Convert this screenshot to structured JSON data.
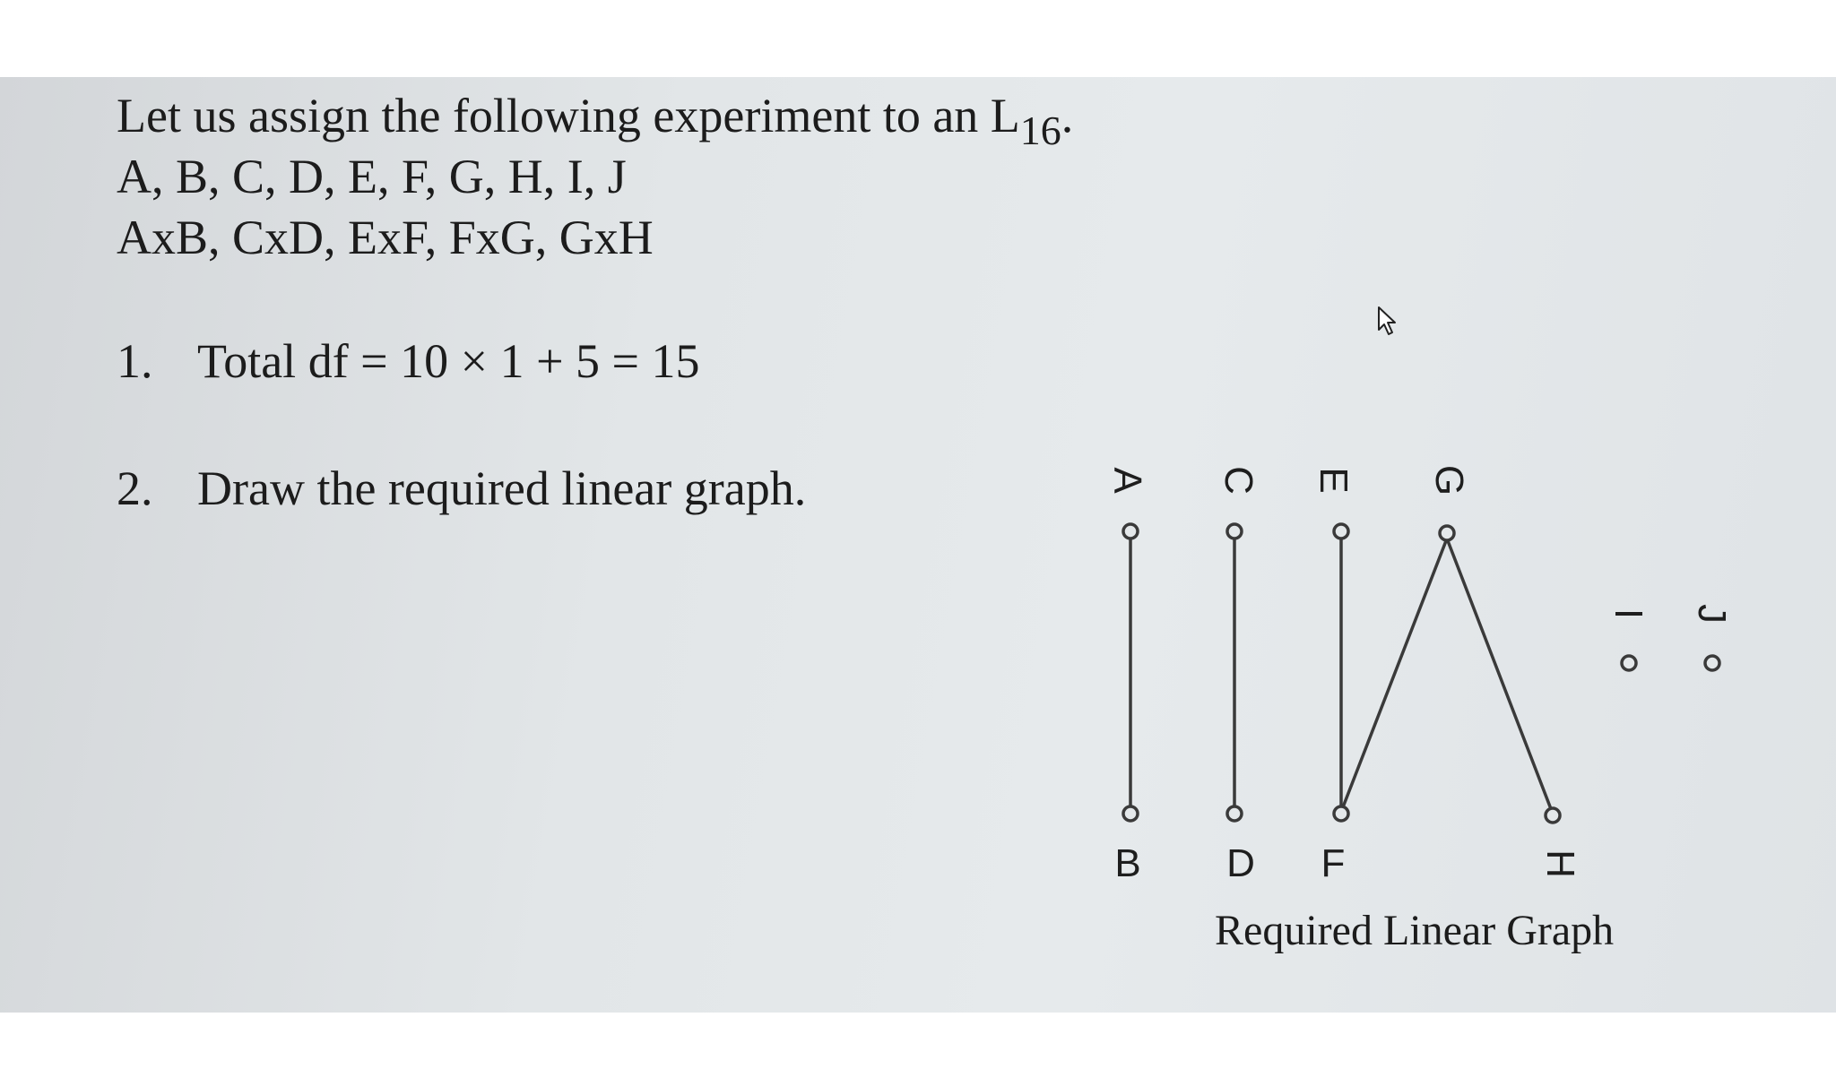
{
  "problem": {
    "intro_prefix": "Let us assign the following experiment to an L",
    "intro_subscript": "16",
    "intro_suffix": ".",
    "factors": "A, B, C, D, E, F, G, H, I,  J",
    "interactions": "AxB, CxD, ExF, FxG, GxH"
  },
  "steps": [
    {
      "number": "1.",
      "text": "Total df = 10 × 1 + 5 = 15"
    },
    {
      "number": "2.",
      "text": "Draw the required linear graph."
    }
  ],
  "linear_graph": {
    "caption": "Required Linear Graph",
    "nodes": [
      "A",
      "B",
      "C",
      "D",
      "E",
      "F",
      "G",
      "H",
      "I",
      "J"
    ],
    "edges": [
      [
        "A",
        "B"
      ],
      [
        "C",
        "D"
      ],
      [
        "E",
        "F"
      ],
      [
        "F",
        "G"
      ],
      [
        "G",
        "H"
      ]
    ]
  }
}
